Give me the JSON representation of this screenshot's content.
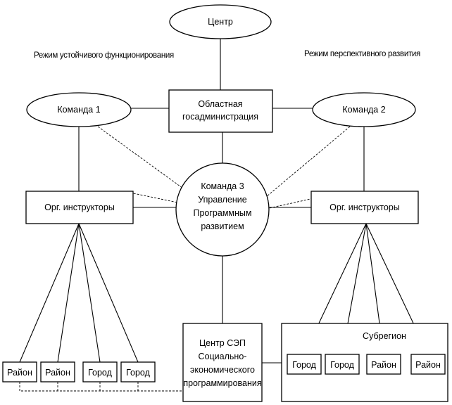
{
  "center": "Центр",
  "caption_left": "Режим устойчивого функционирования",
  "caption_right": "Режим перспективного развития",
  "oblast_admin": [
    "Областная",
    "госадминистрация"
  ],
  "team1": "Команда 1",
  "team2": "Команда 2",
  "team3": [
    "Команда 3",
    "Управление",
    "Программным",
    "развитием"
  ],
  "org_left": "Орг. инструкторы",
  "org_right": "Орг. инструкторы",
  "sep_center": [
    "Центр СЭП",
    "Социально-",
    "экономического",
    "программирования"
  ],
  "subregion": "Субрегион",
  "left_units": [
    "Район",
    "Район",
    "Город",
    "Город"
  ],
  "right_units": [
    "Город",
    "Город",
    "Район",
    "Район"
  ]
}
